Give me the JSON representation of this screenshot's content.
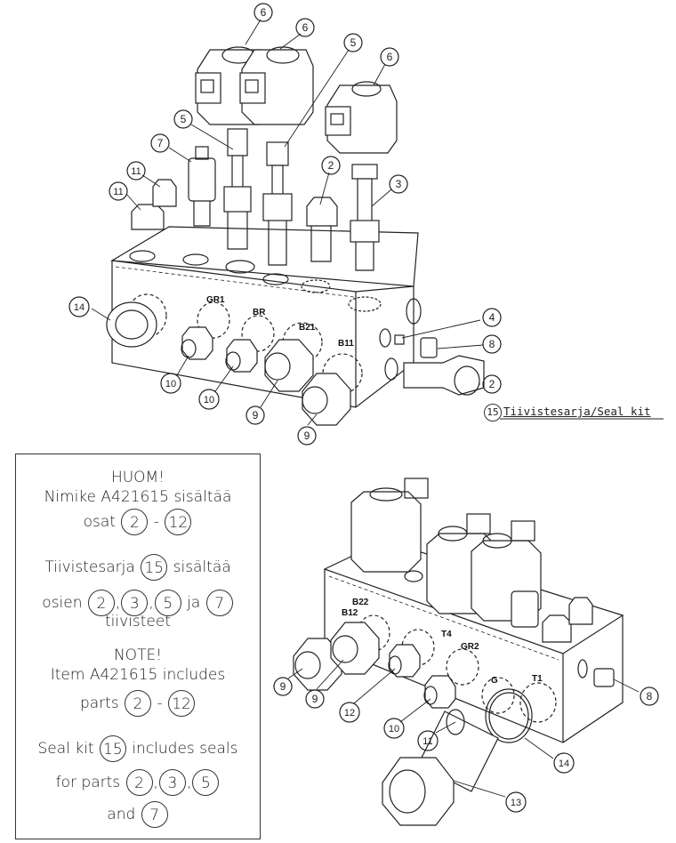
{
  "callouts": {
    "c1": "6",
    "c2": "6",
    "c3": "5",
    "c4": "6",
    "c5": "5",
    "c6": "7",
    "c7": "2",
    "c8": "3",
    "c9": "11",
    "c10": "11",
    "c11": "14",
    "c12": "4",
    "c13": "8",
    "c14": "2",
    "c15": "10",
    "c16": "10",
    "c17": "9",
    "c18": "9",
    "c19": "9",
    "c20": "9",
    "c21": "12",
    "c22": "10",
    "c23": "11",
    "c24": "14",
    "c25": "13",
    "c26": "8"
  },
  "port_labels": {
    "gr1": "GR1",
    "br": "BR",
    "b21": "B21",
    "b11": "B11",
    "b22": "B22",
    "b12": "B12",
    "t4": "T4",
    "gr2": "GR2",
    "g": "G",
    "t1": "T1"
  },
  "seal_kit_label": {
    "num": "15",
    "text": "Tiivistesarja/Seal kit"
  },
  "notes": {
    "fi_title": "HUOM!",
    "fi_line1": "Nimike A421615 sisältää",
    "fi_osat": "osat",
    "fi_osat_a": "2",
    "fi_dash1": "-",
    "fi_osat_b": "12",
    "fi_seal_pre": "Tiivistesarja",
    "fi_seal_num": "15",
    "fi_seal_post": "sisältää",
    "fi_osien": "osien",
    "fi_p1": "2",
    "fi_p2": "3",
    "fi_p3": "5",
    "fi_ja": "ja",
    "fi_p4": "7",
    "fi_tiivisteet": "tiivisteet",
    "en_title": "NOTE!",
    "en_line1": "Item A421615 includes",
    "en_parts": "parts",
    "en_parts_a": "2",
    "en_dash": "-",
    "en_parts_b": "12",
    "en_seal_pre": "Seal kit",
    "en_seal_num": "15",
    "en_seal_post": "includes seals",
    "en_for": "for parts",
    "en_p1": "2",
    "en_p2": "3",
    "en_p3": "5",
    "en_and": "and",
    "en_p4": "7"
  }
}
